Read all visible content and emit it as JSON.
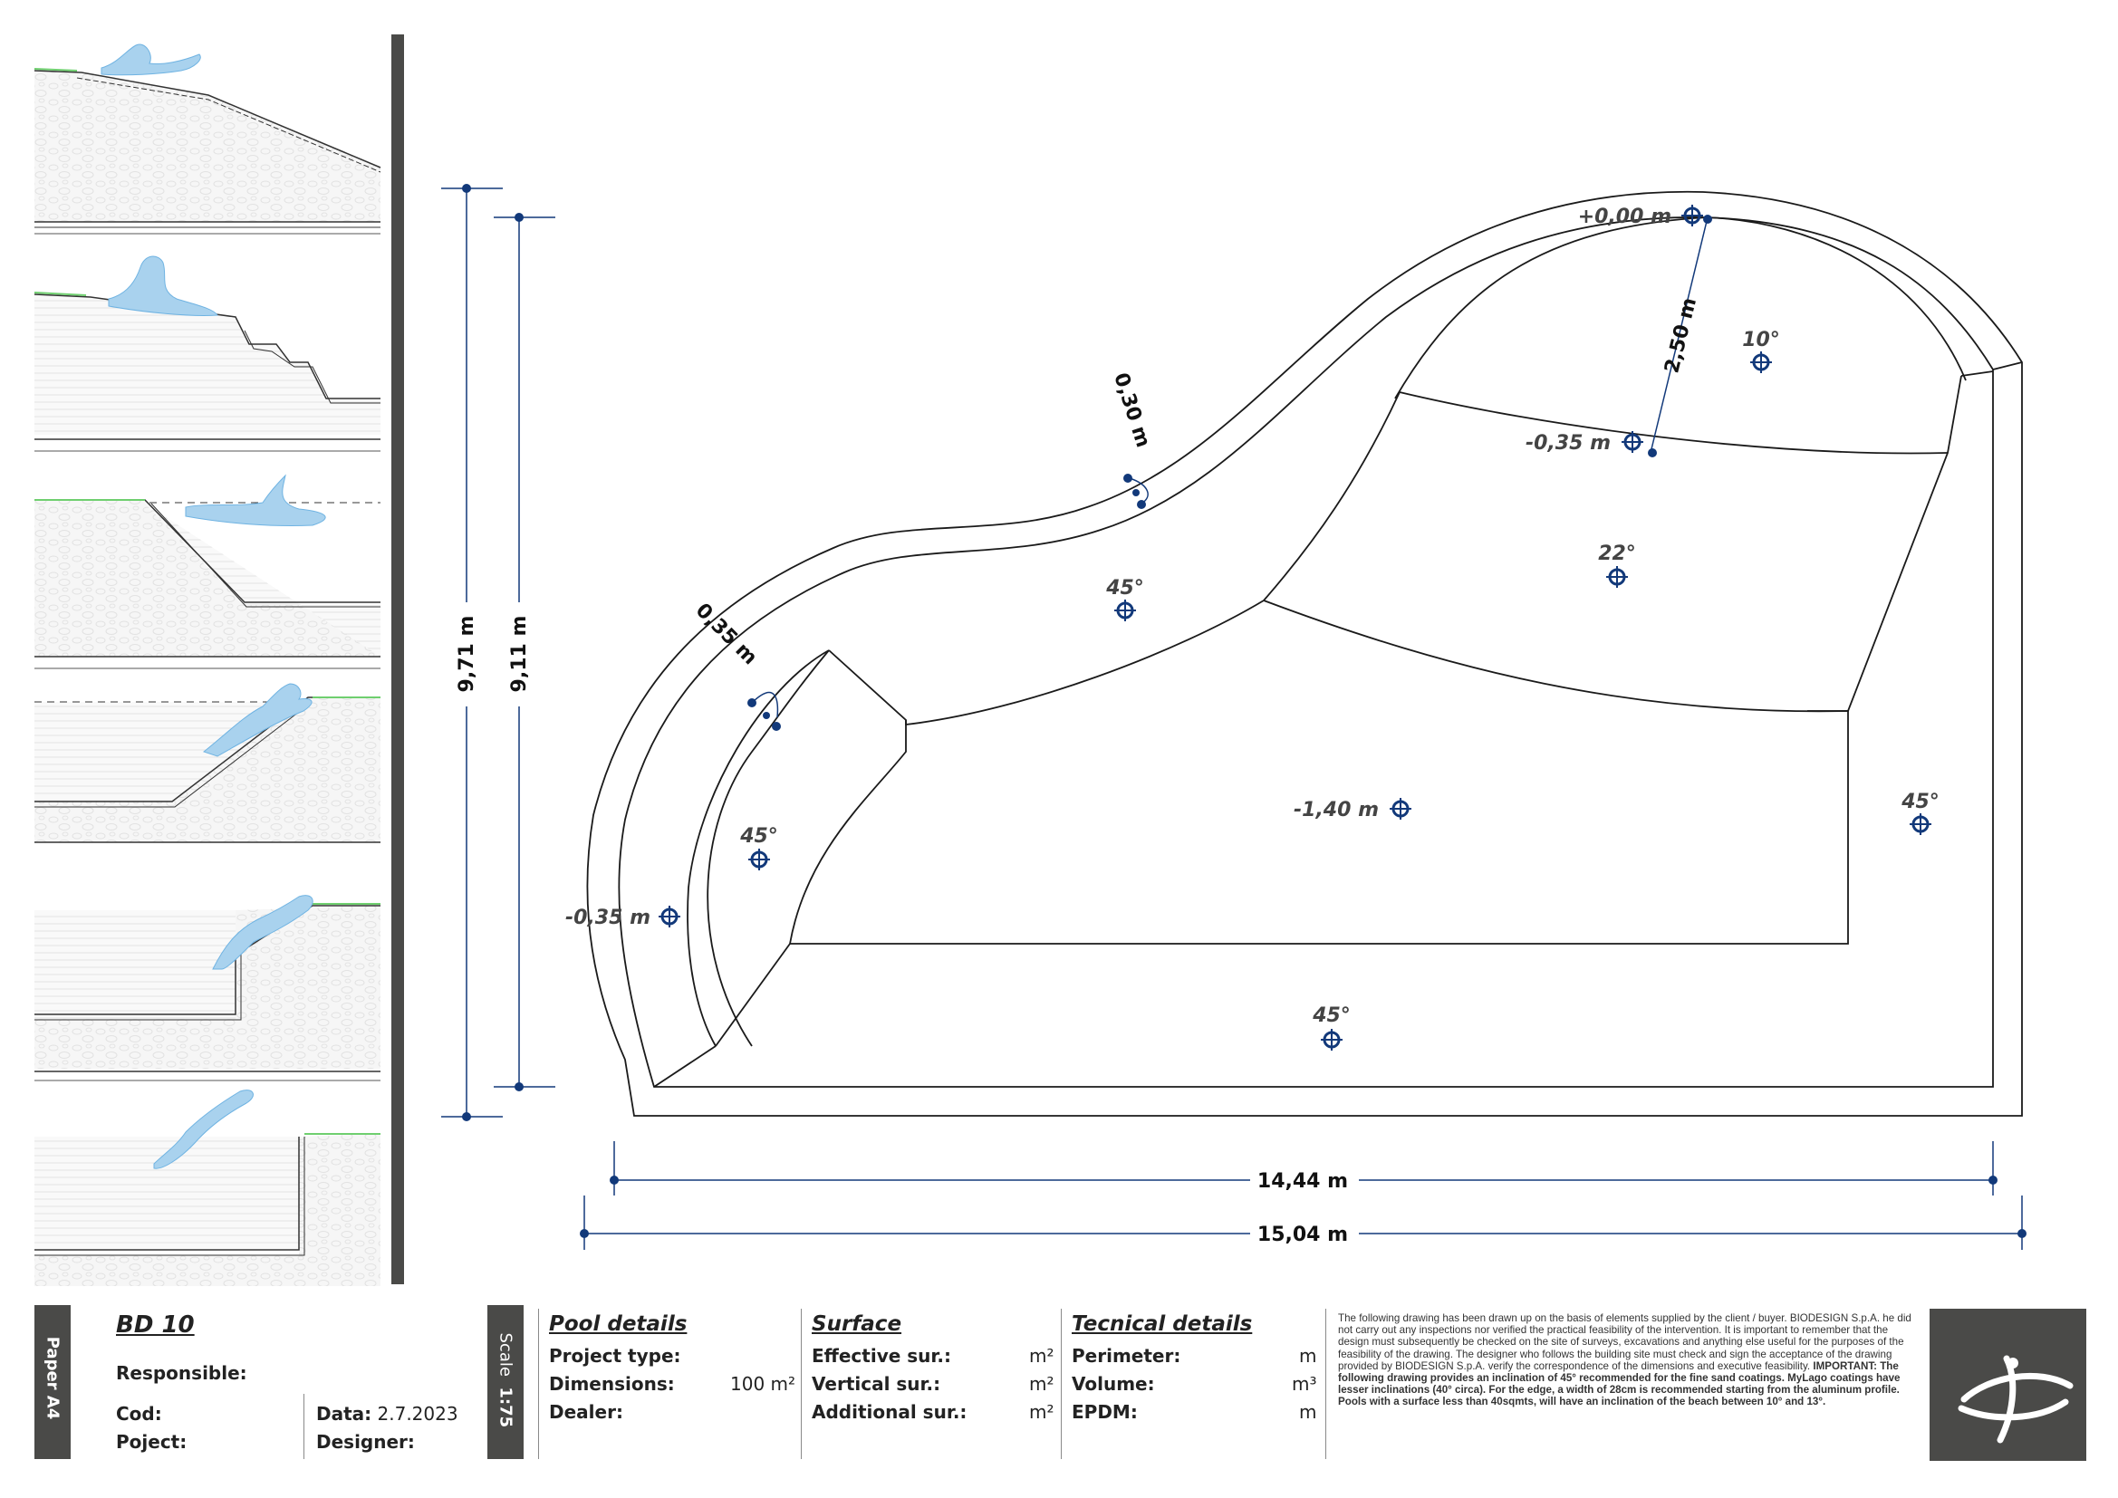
{
  "colors": {
    "accent": "#12397a",
    "sidebar": "#4a4a48",
    "outline": "#1a1a1a",
    "figure": "#a9d2ee"
  },
  "dimensions": {
    "width_inner": "14,44 m",
    "width_outer": "15,04 m",
    "height_inner": "9,11 m",
    "height_outer": "9,71 m",
    "rim_width_top": "0,30 m",
    "rim_width_left": "0,35 m",
    "top_distance": "2,50 m"
  },
  "levels": {
    "top": "+0,00 m",
    "upper_shelf": "-0,35 m",
    "left_shelf": "-0,35 m",
    "deep": "-1,40 m"
  },
  "angles": {
    "top_area": "10°",
    "slope_right_upper": "22°",
    "slope_mid": "45°",
    "slope_left": "45°",
    "slope_right": "45°",
    "slope_bottom": "45°"
  },
  "title_block": {
    "paper_label": "Paper A4",
    "code": "BD 10",
    "responsible_label": "Responsible:",
    "cod_label": "Cod:",
    "poject_label": "Poject:",
    "data_label": "Data:",
    "data_value": "2.7.2023",
    "designer_label": "Designer:",
    "scale_label": "Scale",
    "scale_value": "1:75",
    "pool_details": {
      "heading": "Pool details",
      "project_type": "Project type:",
      "dimensions": "Dimensions:",
      "dimensions_value": "100 m²",
      "dealer": "Dealer:"
    },
    "surface": {
      "heading": "Surface",
      "effective": "Effective sur.:",
      "vertical": "Vertical sur.:",
      "additional": "Additional sur.:",
      "unit": "m²"
    },
    "technical": {
      "heading": "Tecnical details",
      "perimeter": "Perimeter:",
      "volume": "Volume:",
      "epdm": "EPDM:",
      "unit_m": "m",
      "unit_m3": "m³"
    },
    "note_normal": "The following drawing has been drawn up on the basis of elements supplied by the client / buyer. BIODESIGN S.p.A. he did not carry out any inspections nor verified the practical feasibility of the intervention. It is important to remember that the design must subsequently be checked on the site of surveys, excavations and anything else useful for the purposes of the feasibility of the drawing. The designer who follows the building site must check and sign the acceptance of the drawing provided by BIODESIGN S.p.A. verify the correspondence of the dimensions and executive feasibility.",
    "note_bold": "IMPORTANT: The following drawing provides an inclination of 45° recommended for the fine sand coatings. MyLago coatings have lesser inclinations (40° circa). For the edge, a width of 28cm is recommended starting from the aluminum profile. Pools with a surface less than 40sqmts, will have an inclination of the beach between 10° and 13°."
  }
}
